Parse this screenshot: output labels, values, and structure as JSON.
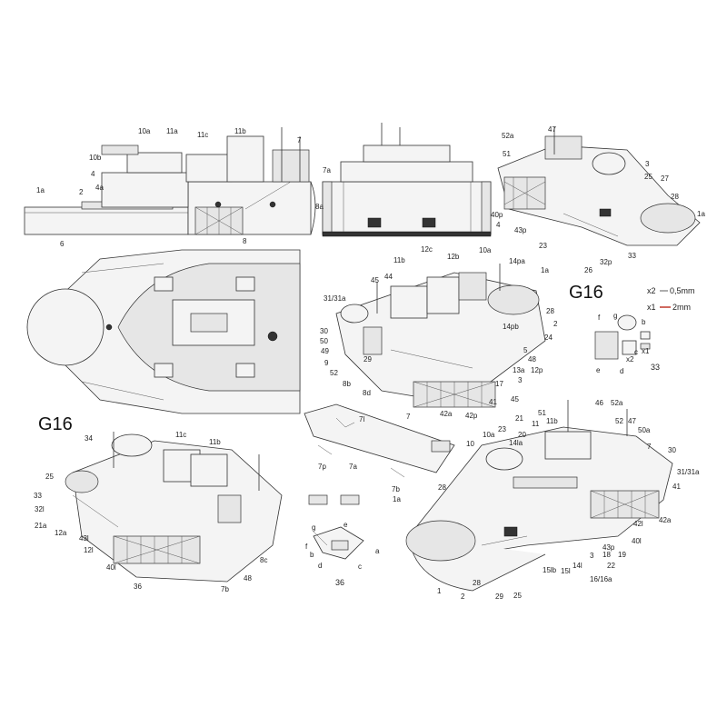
{
  "sheet_codes": [
    "G16",
    "G16"
  ],
  "scale_legend": {
    "x2": "x2",
    "x2_value": "0,5mm",
    "x1": "x1",
    "x1_value": "2mm",
    "note_color": "#c0392b"
  },
  "views": {
    "side_view": {
      "labels": [
        "10a",
        "11a",
        "11c",
        "11b",
        "10b",
        "7",
        "4",
        "4a",
        "2",
        "1a",
        "6",
        "7a",
        "8a",
        "8"
      ]
    },
    "front_view": {
      "labels": []
    },
    "top_right_iso": {
      "labels": [
        "52a",
        "47",
        "51",
        "3",
        "25",
        "27",
        "28",
        "1a",
        "40p",
        "4",
        "43p",
        "23",
        "33",
        "26",
        "32p"
      ]
    },
    "plan_view": {
      "labels": []
    },
    "mid_iso": {
      "labels": [
        "12c",
        "10a",
        "11b",
        "12b",
        "14pa",
        "1a",
        "31/31a",
        "44",
        "45",
        "28",
        "2",
        "30",
        "50",
        "14pb",
        "49",
        "24",
        "9",
        "52",
        "5",
        "29",
        "48",
        "8b",
        "13a",
        "12p",
        "8d",
        "17",
        "3",
        "41",
        "45",
        "42a",
        "42p"
      ]
    },
    "detail_33": {
      "labels": [
        "f",
        "g",
        "b",
        "e",
        "d",
        "x2",
        "c",
        "x1",
        "33"
      ]
    },
    "lower_left_iso": {
      "labels": [
        "34",
        "11c",
        "11b",
        "25",
        "33",
        "32l",
        "21a",
        "12a",
        "43l",
        "12l",
        "40l",
        "36",
        "7b",
        "48",
        "8c"
      ]
    },
    "mid_parts": {
      "labels": [
        "7l",
        "7",
        "7p",
        "7a",
        "7b"
      ]
    },
    "detail_36": {
      "labels": [
        "g",
        "e",
        "f",
        "a",
        "b",
        "d",
        "c",
        "36"
      ]
    },
    "lower_right_iso": {
      "labels": [
        "51",
        "46",
        "52a",
        "11b",
        "21",
        "47",
        "52",
        "50a",
        "10a",
        "23",
        "11",
        "7",
        "30",
        "10",
        "20",
        "31/31a",
        "14la",
        "41",
        "28",
        "42l",
        "40l",
        "42a",
        "1a",
        "43p",
        "19",
        "18",
        "22",
        "16/16a",
        "14l",
        "15l",
        "15lb",
        "3",
        "1",
        "2",
        "28",
        "29",
        "25"
      ]
    }
  }
}
